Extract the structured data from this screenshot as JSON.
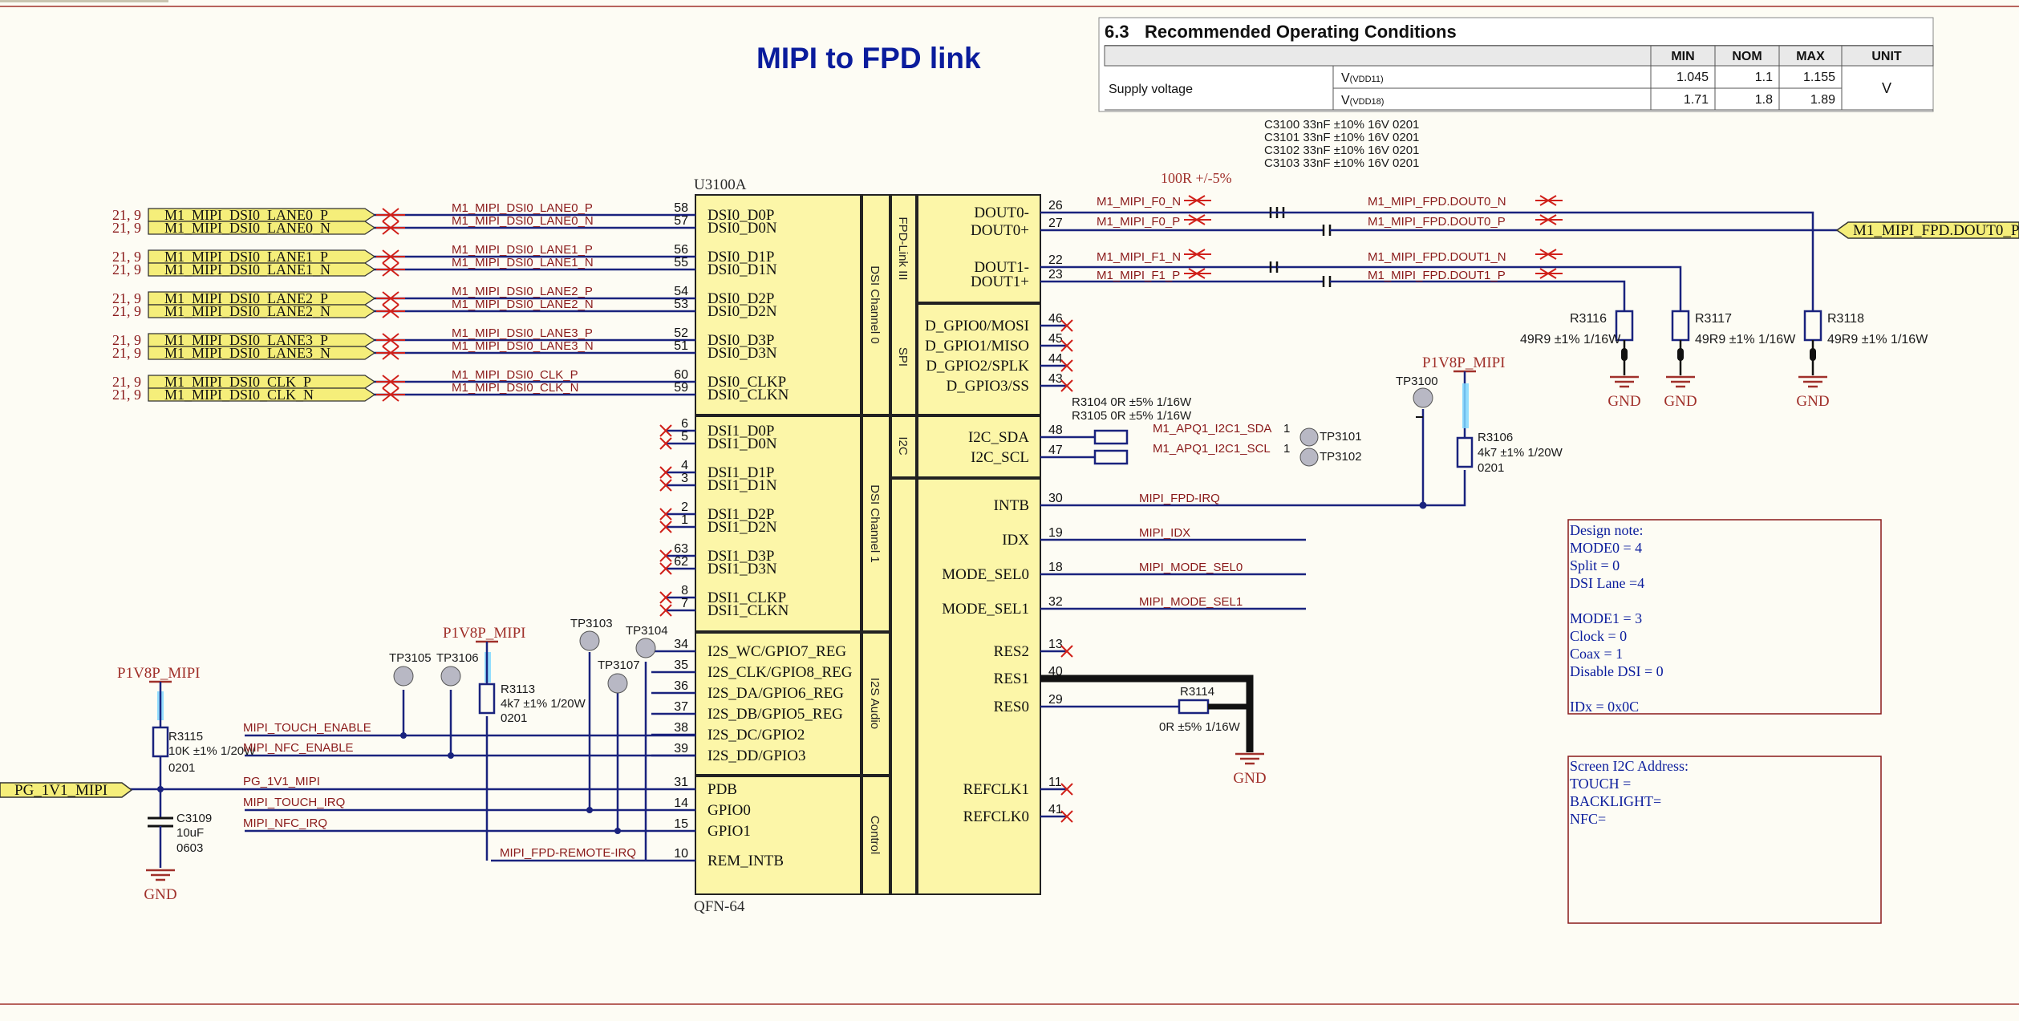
{
  "title": "MIPI to FPD link",
  "roc": {
    "heading_num": "6.3",
    "heading": "Recommended Operating Conditions",
    "cols": [
      "MIN",
      "NOM",
      "MAX",
      "UNIT"
    ],
    "param": "Supply voltage",
    "rows": [
      {
        "sym": "V",
        "sub": "(VDD11)",
        "min": "1.045",
        "nom": "1.1",
        "max": "1.155"
      },
      {
        "sym": "V",
        "sub": "(VDD18)",
        "min": "1.71",
        "nom": "1.8",
        "max": "1.89"
      }
    ],
    "unit": "V"
  },
  "caps": [
    "C3100  33nF ±10% 16V    0201",
    "C3101  33nF ±10% 16V    0201",
    "C3102  33nF ±10% 16V    0201",
    "C3103  33nF ±10% 16V    0201"
  ],
  "ic": {
    "ref": "U3100A",
    "package": "QFN-64"
  },
  "groups": [
    "DSI Channel 0",
    "DSI Channel 1",
    "I2S Audio",
    "Control",
    "FPD-Link III",
    "SPI",
    "I2C"
  ],
  "dsi0_nets": [
    {
      "sheet": "21, 9",
      "port": "M1_MIPI_DSI0_LANE0_P",
      "net": "M1_MIPI_DSI0_LANE0_P",
      "pin": "58",
      "name": "DSI0_D0P"
    },
    {
      "sheet": "21, 9",
      "port": "M1_MIPI_DSI0_LANE0_N",
      "net": "M1_MIPI_DSI0_LANE0_N",
      "pin": "57",
      "name": "DSI0_D0N"
    },
    {
      "sheet": "21, 9",
      "port": "M1_MIPI_DSI0_LANE1_P",
      "net": "M1_MIPI_DSI0_LANE1_P",
      "pin": "56",
      "name": "DSI0_D1P"
    },
    {
      "sheet": "21, 9",
      "port": "M1_MIPI_DSI0_LANE1_N",
      "net": "M1_MIPI_DSI0_LANE1_N",
      "pin": "55",
      "name": "DSI0_D1N"
    },
    {
      "sheet": "21, 9",
      "port": "M1_MIPI_DSI0_LANE2_P",
      "net": "M1_MIPI_DSI0_LANE2_P",
      "pin": "54",
      "name": "DSI0_D2P"
    },
    {
      "sheet": "21, 9",
      "port": "M1_MIPI_DSI0_LANE2_N",
      "net": "M1_MIPI_DSI0_LANE2_N",
      "pin": "53",
      "name": "DSI0_D2N"
    },
    {
      "sheet": "21, 9",
      "port": "M1_MIPI_DSI0_LANE3_P",
      "net": "M1_MIPI_DSI0_LANE3_P",
      "pin": "52",
      "name": "DSI0_D3P"
    },
    {
      "sheet": "21, 9",
      "port": "M1_MIPI_DSI0_LANE3_N",
      "net": "M1_MIPI_DSI0_LANE3_N",
      "pin": "51",
      "name": "DSI0_D3N"
    },
    {
      "sheet": "21, 9",
      "port": "M1_MIPI_DSI0_CLK_P",
      "net": "M1_MIPI_DSI0_CLK_P",
      "pin": "60",
      "name": "DSI0_CLKP"
    },
    {
      "sheet": "21, 9",
      "port": "M1_MIPI_DSI0_CLK_N",
      "net": "M1_MIPI_DSI0_CLK_N",
      "pin": "59",
      "name": "DSI0_CLKN"
    }
  ],
  "dsi1_pins": [
    {
      "pin": "6",
      "name": "DSI1_D0P"
    },
    {
      "pin": "5",
      "name": "DSI1_D0N"
    },
    {
      "pin": "4",
      "name": "DSI1_D1P"
    },
    {
      "pin": "3",
      "name": "DSI1_D1N"
    },
    {
      "pin": "2",
      "name": "DSI1_D2P"
    },
    {
      "pin": "1",
      "name": "DSI1_D2N"
    },
    {
      "pin": "63",
      "name": "DSI1_D3P"
    },
    {
      "pin": "62",
      "name": "DSI1_D3N"
    },
    {
      "pin": "8",
      "name": "DSI1_CLKP"
    },
    {
      "pin": "7",
      "name": "DSI1_CLKN"
    }
  ],
  "i2s_pins": [
    {
      "pin": "34",
      "name": "I2S_WC/GPIO7_REG"
    },
    {
      "pin": "35",
      "name": "I2S_CLK/GPIO8_REG"
    },
    {
      "pin": "36",
      "name": "I2S_DA/GPIO6_REG"
    },
    {
      "pin": "37",
      "name": "I2S_DB/GPIO5_REG"
    },
    {
      "pin": "38",
      "name": "I2S_DC/GPIO2"
    },
    {
      "pin": "39",
      "name": "I2S_DD/GPIO3"
    }
  ],
  "ctrl_pins": [
    {
      "pin": "31",
      "name": "PDB"
    },
    {
      "pin": "14",
      "name": "GPIO0"
    },
    {
      "pin": "15",
      "name": "GPIO1"
    },
    {
      "pin": "10",
      "name": "REM_INTB"
    }
  ],
  "right_pins": [
    {
      "pin": "26",
      "name": "DOUT0-"
    },
    {
      "pin": "27",
      "name": "DOUT0+"
    },
    {
      "pin": "22",
      "name": "DOUT1-"
    },
    {
      "pin": "23",
      "name": "DOUT1+"
    },
    {
      "pin": "46",
      "name": "D_GPIO0/MOSI"
    },
    {
      "pin": "45",
      "name": "D_GPIO1/MISO"
    },
    {
      "pin": "44",
      "name": "D_GPIO2/SPLK"
    },
    {
      "pin": "43",
      "name": "D_GPIO3/SS"
    },
    {
      "pin": "48",
      "name": "I2C_SDA"
    },
    {
      "pin": "47",
      "name": "I2C_SCL"
    },
    {
      "pin": "30",
      "name": "INTB"
    },
    {
      "pin": "19",
      "name": "IDX"
    },
    {
      "pin": "18",
      "name": "MODE_SEL0"
    },
    {
      "pin": "32",
      "name": "MODE_SEL1"
    },
    {
      "pin": "13",
      "name": "RES2"
    },
    {
      "pin": "40",
      "name": "RES1"
    },
    {
      "pin": "29",
      "name": "RES0"
    },
    {
      "pin": "11",
      "name": "REFCLK1"
    },
    {
      "pin": "41",
      "name": "REFCLK0"
    }
  ],
  "fpd_nets": {
    "f0n": "M1_MIPI_F0_N",
    "f0p": "M1_MIPI_F0_P",
    "f1n": "M1_MIPI_F1_N",
    "f1p": "M1_MIPI_F1_P",
    "d0n": "M1_MIPI_FPD.DOUT0_N",
    "d0p": "M1_MIPI_FPD.DOUT0_P",
    "d1n": "M1_MIPI_FPD.DOUT1_N",
    "d1p": "M1_MIPI_FPD.DOUT1_P",
    "port": "M1_MIPI_FPD.DOUT0_P"
  },
  "res100": "100R +/-5%",
  "rterm": [
    {
      "ref": "R3116",
      "val": "49R9 ±1% 1/16W"
    },
    {
      "ref": "R3117",
      "val": "49R9 ±1% 1/16W"
    },
    {
      "ref": "R3118",
      "val": "49R9 ±1% 1/16W"
    }
  ],
  "gnd": "GND",
  "i2c": {
    "r3104": "R3104  0R ±5% 1/16W",
    "r3105": "R3105  0R ±5% 1/16W",
    "sda": "M1_APQ1_I2C1_SDA",
    "scl": "M1_APQ1_I2C1_SCL",
    "one": "1",
    "tp1": "TP3101",
    "tp2": "TP3102"
  },
  "p1v8": "P1V8P_MIPI",
  "tp3100": "TP3100",
  "r3106": {
    "ref": "R3106",
    "val": "4k7 ±1% 1/20W",
    "pkg": "0201"
  },
  "mid_nets": {
    "irq": "MIPI_FPD-IRQ",
    "idx": "MIPI_IDX",
    "ms0": "MIPI_MODE_SEL0",
    "ms1": "MIPI_MODE_SEL1"
  },
  "r3114": {
    "ref": "R3114",
    "val": "0R ±5% 1/16W"
  },
  "note": [
    "Design note:",
    "MODE0 = 4",
    "Split = 0",
    "DSI Lane =4",
    "",
    "MODE1 = 3",
    "Clock = 0",
    "Coax = 1",
    "Disable DSI = 0",
    "",
    "IDx = 0x0C"
  ],
  "addr": [
    "Screen I2C Address:",
    "TOUCH =",
    "BACKLIGHT=",
    "NFC="
  ],
  "left": {
    "tps": [
      "TP3105",
      "TP3106",
      "TP3103",
      "TP3107",
      "TP3104"
    ],
    "r3113": {
      "ref": "R3113",
      "val": "4k7 ±1% 1/20W",
      "pkg": "0201"
    },
    "r3115": {
      "ref": "R3115",
      "val": "10K ±1% 1/20W",
      "pkg": "0201"
    },
    "c3109": {
      "ref": "C3109",
      "val": "10uF",
      "pkg": "0603"
    },
    "port": "PG_1V1_MIPI",
    "nets": [
      "MIPI_TOUCH_ENABLE",
      "MIPI_NFC_ENABLE",
      "PG_1V1_MIPI",
      "MIPI_TOUCH_IRQ",
      "MIPI_NFC_IRQ",
      "MIPI_FPD-REMOTE-IRQ"
    ]
  }
}
